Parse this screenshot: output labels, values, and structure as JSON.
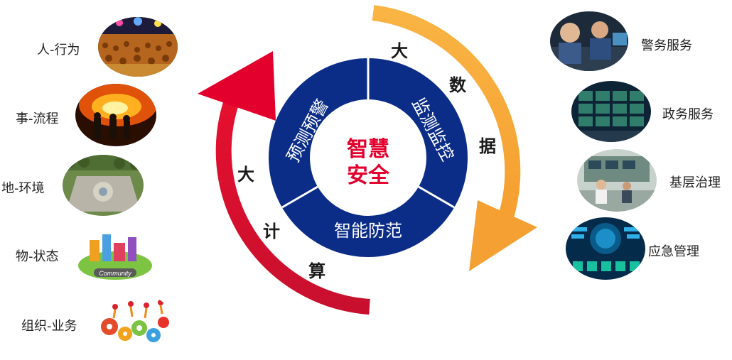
{
  "center": {
    "line1": "智慧",
    "line2": "安全"
  },
  "ring_segments": [
    {
      "label": "预测预警"
    },
    {
      "label": "监测监控"
    },
    {
      "label": "智能防范"
    }
  ],
  "big_data_chars": [
    "大",
    "数",
    "据"
  ],
  "big_compute_chars": [
    "大",
    "计",
    "算"
  ],
  "left_items": [
    {
      "label": "人-行为",
      "icon": "crowd-photo"
    },
    {
      "label": "事-流程",
      "icon": "firefighters-photo"
    },
    {
      "label": "地-环境",
      "icon": "plaza-aerial-photo"
    },
    {
      "label": "物-状态",
      "icon": "community-model-photo"
    },
    {
      "label": "组织-业务",
      "icon": "gears-people-icon"
    }
  ],
  "right_items": [
    {
      "label": "警务服务",
      "icon": "police-console-photo"
    },
    {
      "label": "政务服务",
      "icon": "video-wall-photo"
    },
    {
      "label": "基层治理",
      "icon": "control-room-photo"
    },
    {
      "label": "应急管理",
      "icon": "emergency-dashboard-photo"
    }
  ],
  "colors": {
    "ring": "#0b2d87",
    "center_text": "#e3002d",
    "red_arrow": "#e3002d",
    "orange_arrow": "#f7a638"
  }
}
